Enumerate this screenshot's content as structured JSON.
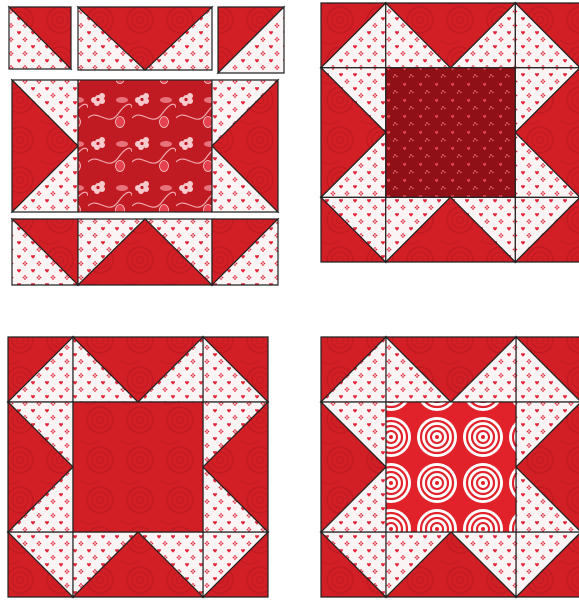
{
  "palette": {
    "red": "#d21f26",
    "red_dark": "#b3151c",
    "maroon": "#8f1117",
    "white_print": "#fbf4f4",
    "heart": "#e0283a",
    "floral_bg": "#c01a22",
    "flower": "#f7c9cc",
    "rose_bg": "#e1222a",
    "rose_line": "#ffffff"
  },
  "blocks": [
    {
      "layout": "exploded",
      "center_fabric": "strawberry-floral"
    },
    {
      "layout": "sewn",
      "center_fabric": "maroon-heart-print"
    },
    {
      "layout": "sewn",
      "center_fabric": "red-tonal-rose"
    },
    {
      "layout": "sewn",
      "center_fabric": "white-rose-on-red"
    }
  ]
}
